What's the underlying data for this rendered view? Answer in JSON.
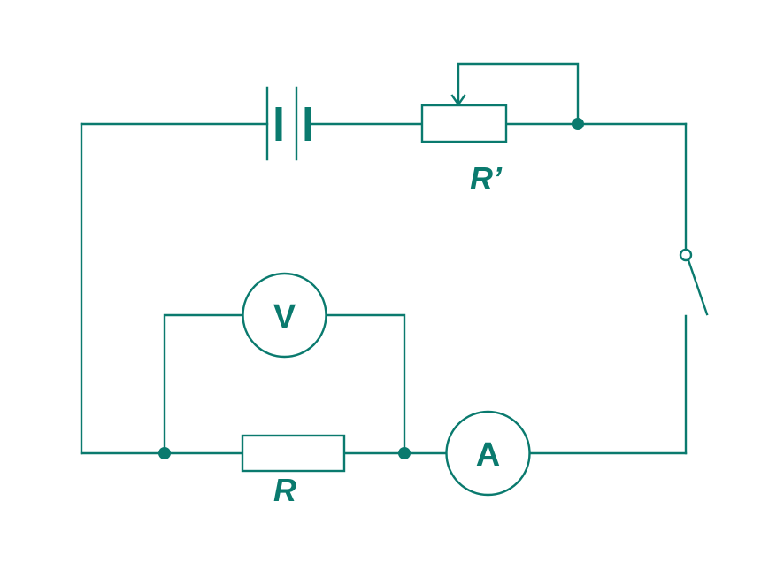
{
  "diagram": {
    "rheostat_label": "R’",
    "resistor_label": "R",
    "voltmeter_label": "V",
    "ammeter_label": "A"
  },
  "colors": {
    "stroke": "#0a7a6e",
    "background": "#ffffff"
  }
}
